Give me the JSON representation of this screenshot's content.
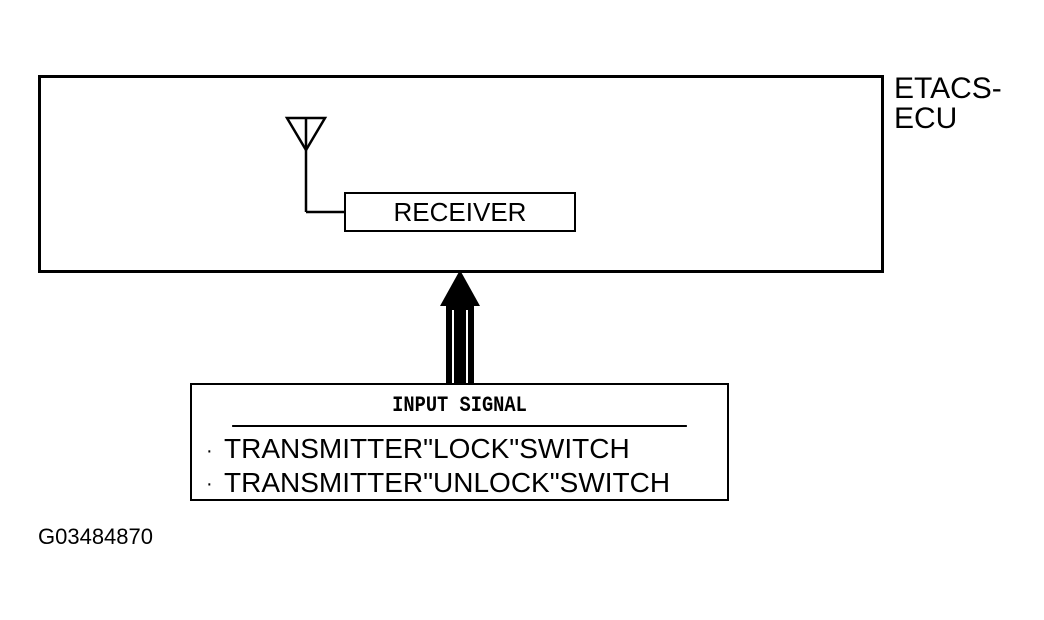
{
  "ecu": {
    "label": "ETACS-\nECU"
  },
  "receiver": {
    "label": "RECEIVER"
  },
  "input_signal": {
    "header": "INPUT SIGNAL",
    "items": [
      "TRANSMITTER\"LOCK\"SWITCH",
      "TRANSMITTER\"UNLOCK\"SWITCH"
    ],
    "bullet": "·"
  },
  "figure_id": "G03484870"
}
